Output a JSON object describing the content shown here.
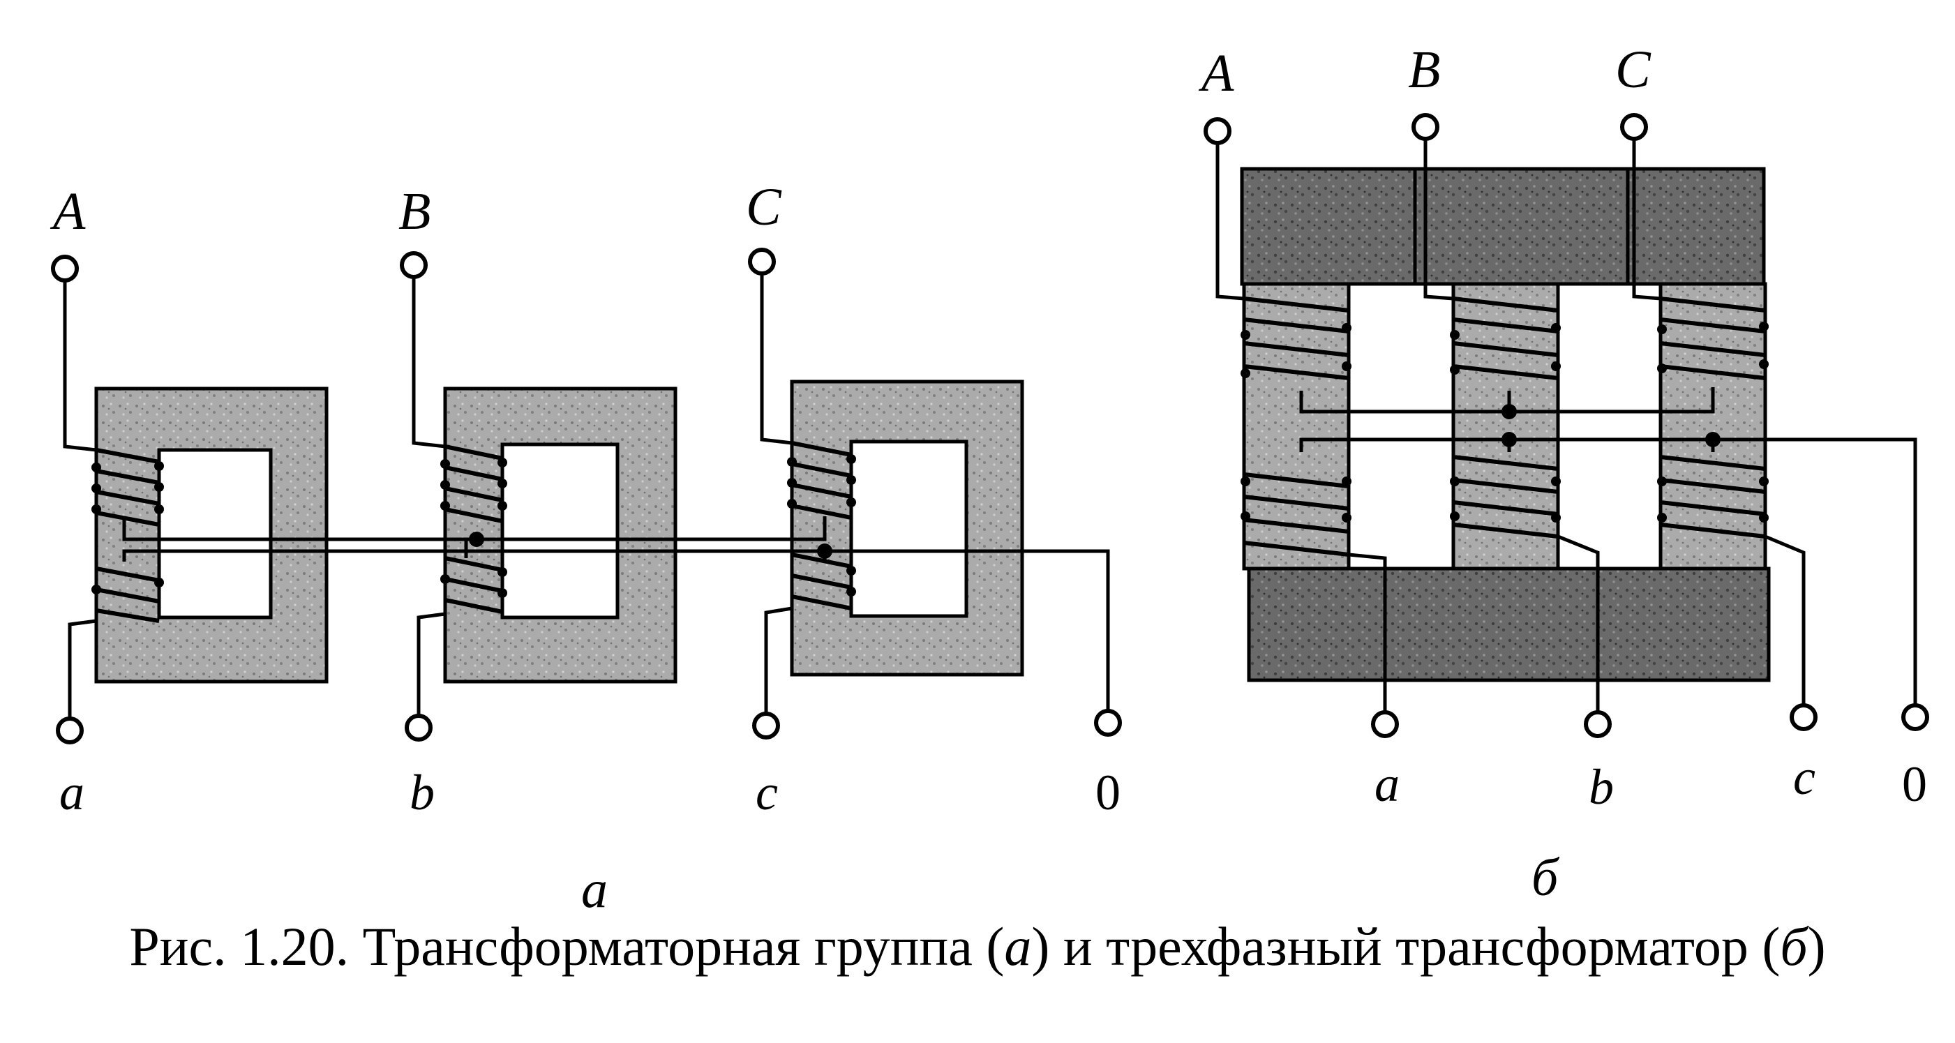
{
  "figure": {
    "caption": {
      "prefix": "Рис. 1.20. Трансформаторная группа (",
      "a": "а",
      "middle": ") и трехфазный трансформатор (",
      "b": "б",
      "suffix": ")"
    },
    "part_a": {
      "sublabel": "а",
      "primary_terminals": [
        "A",
        "B",
        "C"
      ],
      "secondary_terminals": [
        "a",
        "b",
        "c"
      ],
      "neutral": "0"
    },
    "part_b": {
      "sublabel": "б",
      "primary_terminals": [
        "A",
        "B",
        "C"
      ],
      "secondary_terminals": [
        "a",
        "b",
        "c"
      ],
      "neutral": "0"
    },
    "colors": {
      "core_fill": "#a9a9a9",
      "yoke_fill": "#6b6b6b",
      "line": "#000000"
    }
  }
}
